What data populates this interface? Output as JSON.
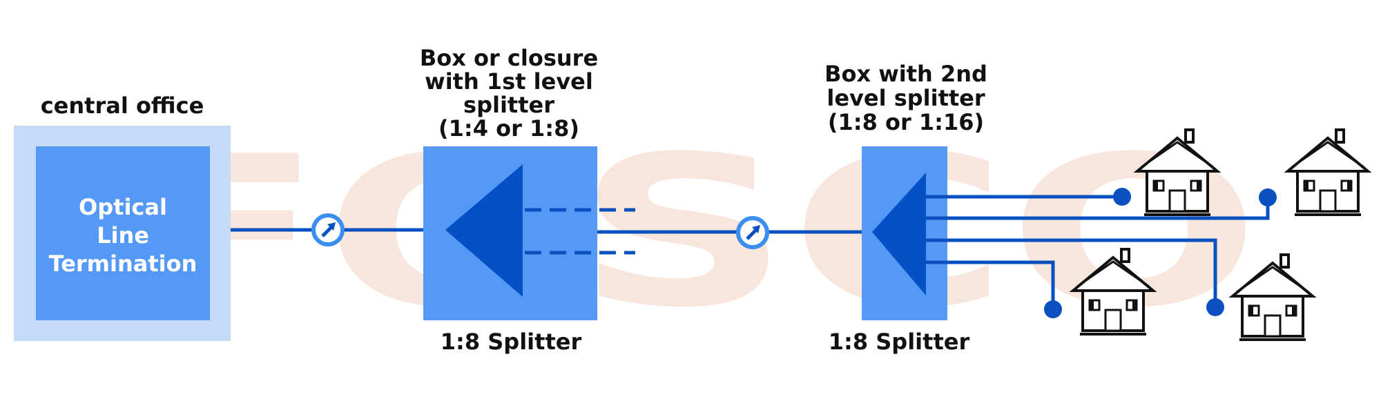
{
  "watermark": "FOSCO",
  "central_office": {
    "heading": "central office",
    "olt_lines": [
      "Optical",
      "Line",
      "Termination"
    ]
  },
  "splitter1": {
    "heading_lines": [
      "Box or closure",
      "with 1st level",
      "splitter",
      "(1:4 or 1:8)"
    ],
    "caption": "1:8 Splitter"
  },
  "splitter2": {
    "heading_lines": [
      "Box with 2nd",
      "level splitter",
      "(1:8 or 1:16)"
    ],
    "caption": "1:8 Splitter"
  },
  "colors": {
    "outer_box": "#c4dcf8",
    "box_fill": "#5599f7",
    "triangle": "#0450c4",
    "fiber": "#0a50c0",
    "connector_ring": "#3b8ef0",
    "house": "#111111"
  },
  "icons": {
    "connector": "fiber-connector-icon",
    "house": "house-icon"
  },
  "houses": [
    {
      "name": "house-1"
    },
    {
      "name": "house-2"
    },
    {
      "name": "house-3"
    },
    {
      "name": "house-4"
    }
  ]
}
